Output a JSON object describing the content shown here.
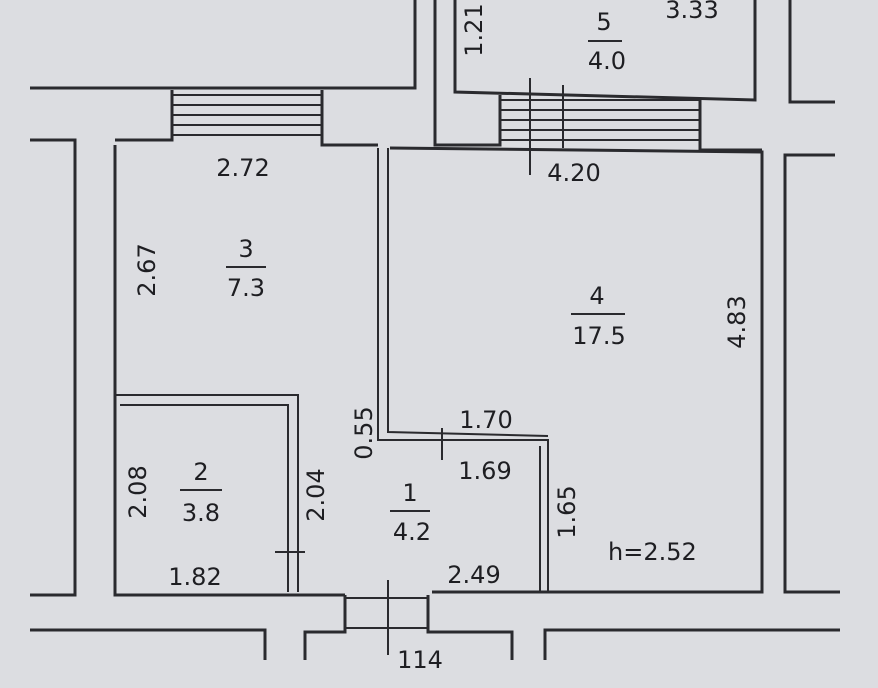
{
  "rooms": [
    {
      "number": "1",
      "area": "4.2"
    },
    {
      "number": "2",
      "area": "3.8"
    },
    {
      "number": "3",
      "area": "7.3"
    },
    {
      "number": "4",
      "area": "17.5"
    },
    {
      "number": "5",
      "area": "4.0"
    }
  ],
  "dimensions": {
    "d_1_21": "1.21",
    "d_3_33": "3.33",
    "d_2_72": "2.72",
    "d_4_20": "4.20",
    "d_2_67": "2.67",
    "d_4_83": "4.83",
    "d_0_55": "0.55",
    "d_1_70": "1.70",
    "d_1_69": "1.69",
    "d_2_08": "2.08",
    "d_2_04": "2.04",
    "d_1_65": "1.65",
    "d_1_82": "1.82",
    "d_2_49": "2.49",
    "d_114": "114"
  },
  "ceiling_height": "h=2.52"
}
